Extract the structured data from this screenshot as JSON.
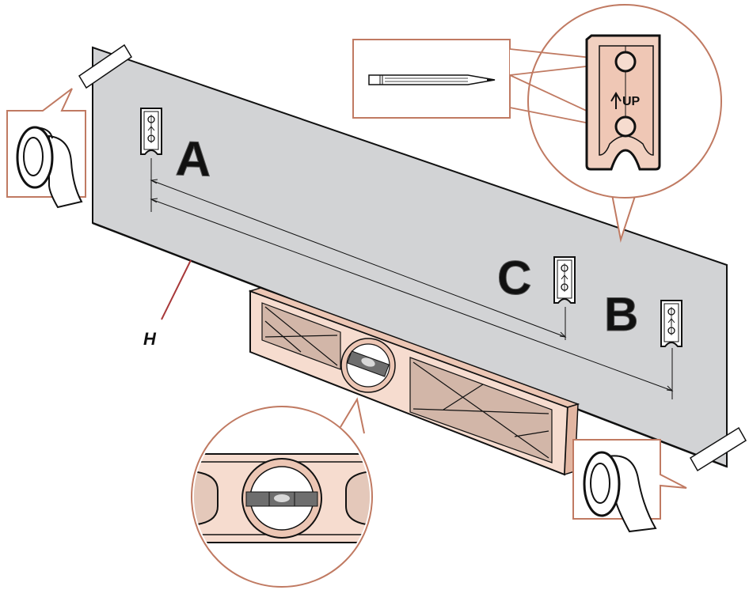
{
  "labels": {
    "a": "A",
    "b": "B",
    "c": "C",
    "h": "H",
    "up": "UP"
  },
  "colors": {
    "template": "#cfd0d2",
    "callout": "#c07a62",
    "callout_fill": "#f1d2c3",
    "marker": "#a8393a",
    "ink": "#111111",
    "paper": "#ffffff"
  },
  "icons": [
    "tape-roll-icon",
    "pencil-icon",
    "level-tool-icon",
    "bracket-icon",
    "bubble-vial-icon"
  ]
}
